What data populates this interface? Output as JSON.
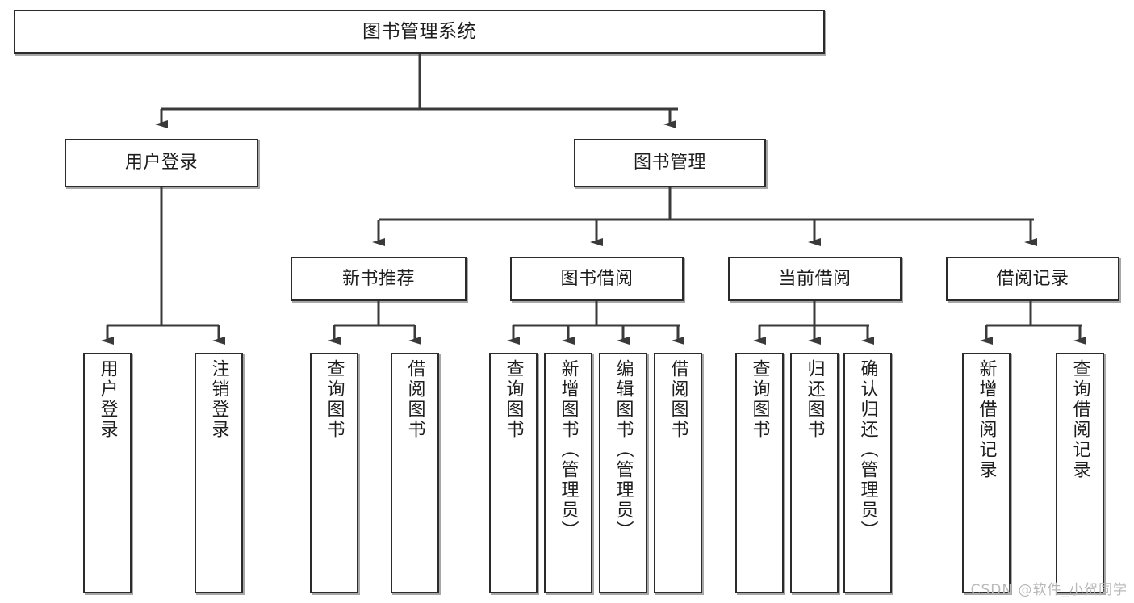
{
  "diagram": {
    "kind": "functional-structure-tree",
    "title_node": {
      "id": "root",
      "label": "图书管理系统"
    },
    "level2": [
      {
        "id": "login",
        "label": "用户登录"
      },
      {
        "id": "bookmgmt",
        "label": "图书管理"
      }
    ],
    "level3": [
      {
        "id": "newbook",
        "label": "新书推荐",
        "parent": "bookmgmt"
      },
      {
        "id": "borrow",
        "label": "图书借阅",
        "parent": "bookmgmt"
      },
      {
        "id": "current",
        "label": "当前借阅",
        "parent": "bookmgmt"
      },
      {
        "id": "record",
        "label": "借阅记录",
        "parent": "bookmgmt"
      }
    ],
    "leaves": [
      {
        "id": "leaf-user-login",
        "label": "用户登录",
        "parent": "login"
      },
      {
        "id": "leaf-user-logout",
        "label": "注销登录",
        "parent": "login"
      },
      {
        "id": "leaf-nb-query",
        "label": "查询图书",
        "parent": "newbook"
      },
      {
        "id": "leaf-nb-borrow",
        "label": "借阅图书",
        "parent": "newbook"
      },
      {
        "id": "leaf-bo-query",
        "label": "查询图书",
        "parent": "borrow"
      },
      {
        "id": "leaf-bo-add",
        "label": "新增图书（管理员）",
        "parent": "borrow"
      },
      {
        "id": "leaf-bo-edit",
        "label": "编辑图书（管理员）",
        "parent": "borrow"
      },
      {
        "id": "leaf-bo-borrow",
        "label": "借阅图书",
        "parent": "borrow"
      },
      {
        "id": "leaf-cu-query",
        "label": "查询图书",
        "parent": "current"
      },
      {
        "id": "leaf-cu-return",
        "label": "归还图书",
        "parent": "current"
      },
      {
        "id": "leaf-cu-confirm",
        "label": "确认归还（管理员）",
        "parent": "current"
      },
      {
        "id": "leaf-rc-add",
        "label": "新增借阅记录",
        "parent": "record"
      },
      {
        "id": "leaf-rc-query",
        "label": "查询借阅记录",
        "parent": "record"
      }
    ]
  },
  "watermark": {
    "text": "CSDN @软件_小贺同学"
  },
  "colors": {
    "box_border": "#2b2b2b",
    "box_fill": "#ffffff",
    "connector": "#3a3a3a",
    "text": "#1d1d1d",
    "watermark": "#b9b9b9",
    "background": "#ffffff"
  }
}
